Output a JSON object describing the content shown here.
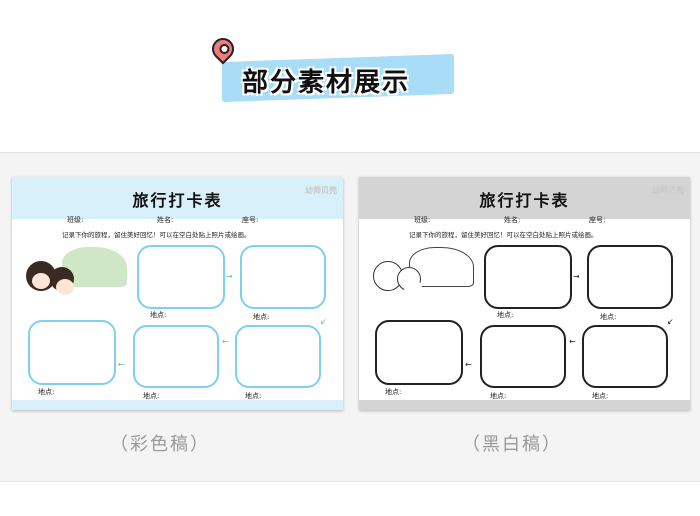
{
  "header": {
    "title": "部分素材展示",
    "icon": "location-pin-icon"
  },
  "logo_text": "幼师贝壳",
  "worksheet": {
    "title": "旅行打卡表",
    "class_label": "班级:",
    "name_label": "姓名:",
    "seat_label": "座号:",
    "instruction": "记录下你的旅程，留住美好回忆！可以在空白处贴上照片或绘画。",
    "place_label": "地点:"
  },
  "versions": [
    {
      "caption": "（彩色稿）",
      "accent": "#7fd0ee"
    },
    {
      "caption": "（黑白稿）",
      "accent": "#222222"
    }
  ]
}
